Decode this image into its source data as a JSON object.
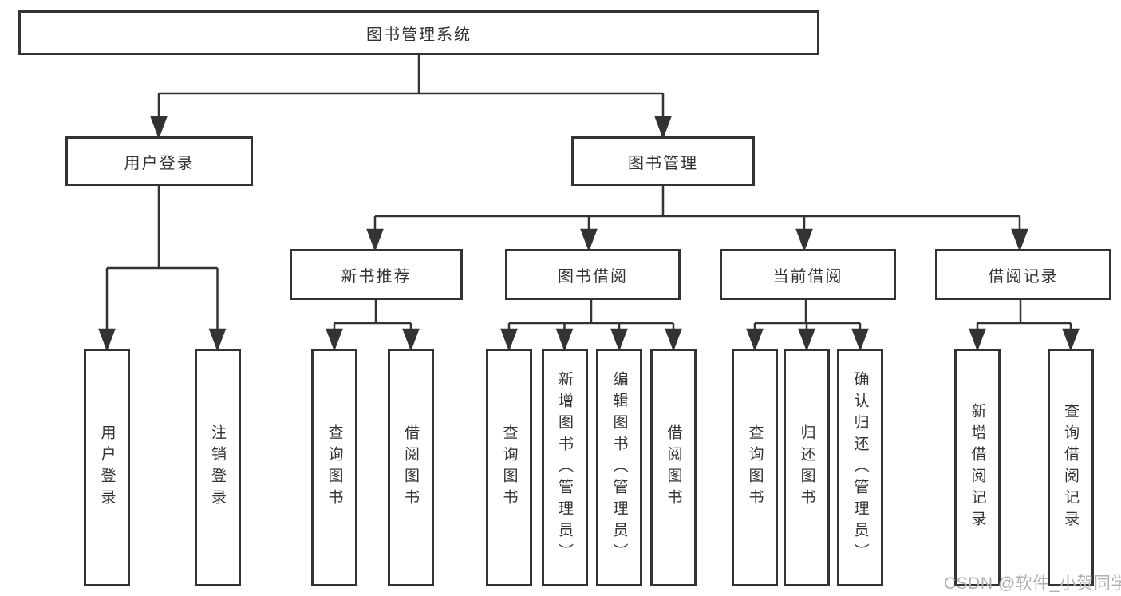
{
  "diagram": {
    "root": {
      "label": "图书管理系统"
    },
    "branches": [
      {
        "label": "用户登录",
        "children": [
          {
            "label": "用户登录"
          },
          {
            "label": "注销登录"
          }
        ]
      },
      {
        "label": "图书管理",
        "children": [
          {
            "label": "新书推荐",
            "children": [
              {
                "label": "查询图书"
              },
              {
                "label": "借阅图书"
              }
            ]
          },
          {
            "label": "图书借阅",
            "children": [
              {
                "label": "查询图书"
              },
              {
                "label": "新增图书（管理员）"
              },
              {
                "label": "编辑图书（管理员）"
              },
              {
                "label": "借阅图书"
              }
            ]
          },
          {
            "label": "当前借阅",
            "children": [
              {
                "label": "查询图书"
              },
              {
                "label": "归还图书"
              },
              {
                "label": "确认归还（管理员）"
              }
            ]
          },
          {
            "label": "借阅记录",
            "children": [
              {
                "label": "新增借阅记录"
              },
              {
                "label": "查询借阅记录"
              }
            ]
          }
        ]
      }
    ],
    "watermark": "CSDN @软件_小贺同学",
    "colors": {
      "line": "#333333",
      "box_border": "#333333",
      "background": "#ffffff",
      "watermark": "#b0b0b0"
    }
  }
}
